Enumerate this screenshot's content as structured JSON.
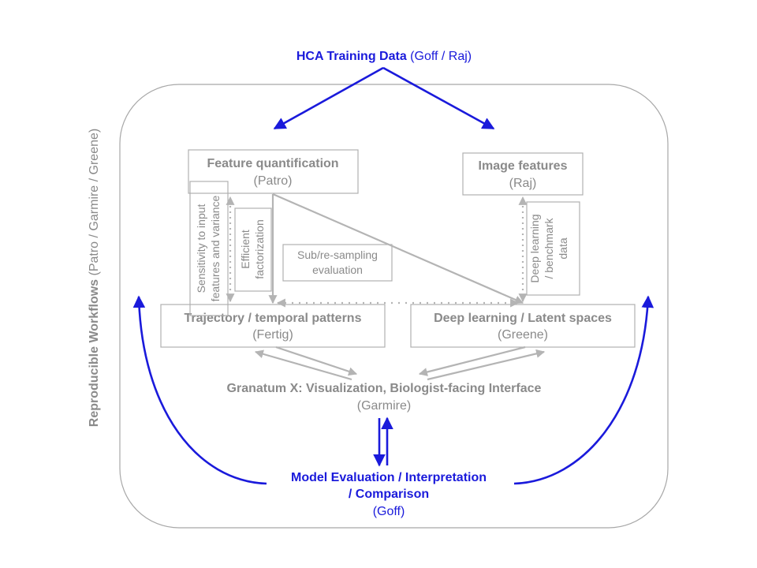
{
  "top": {
    "title": "HCA Training Data",
    "authors": " (Goff / Raj)"
  },
  "side": {
    "title": "Reproducible Workflows",
    "authors": " (Patro / Garmire / Greene)"
  },
  "feature_quant": {
    "title": "Feature quantification",
    "author": "(Patro)"
  },
  "image_features": {
    "title": "Image features",
    "author": "(Raj)"
  },
  "trajectory": {
    "title": "Trajectory / temporal patterns",
    "author": "(Fertig)"
  },
  "deep_learning": {
    "title": "Deep learning / Latent spaces",
    "author": "(Greene)"
  },
  "granatum": {
    "title": "Granatum X: Visualization, Biologist-facing Interface",
    "author": "(Garmire)"
  },
  "sensitivity": {
    "line1": "Sensitivity to input",
    "line2": "features and variance"
  },
  "factorization": {
    "line1": "Efficient",
    "line2": "factorization"
  },
  "resampling": {
    "line1": "Sub/re-sampling",
    "line2": "evaluation"
  },
  "deep_bench": {
    "line1": "Deep learning",
    "line2": "/ benchmark",
    "line3": "data"
  },
  "evaluation": {
    "line1": "Model Evaluation / Interpretation",
    "line2": "/ Comparison",
    "author": "(Goff)"
  },
  "colors": {
    "blue": "#1a1adb",
    "grey": "#8a8a8a",
    "arrow_grey": "#b4b4b4"
  }
}
